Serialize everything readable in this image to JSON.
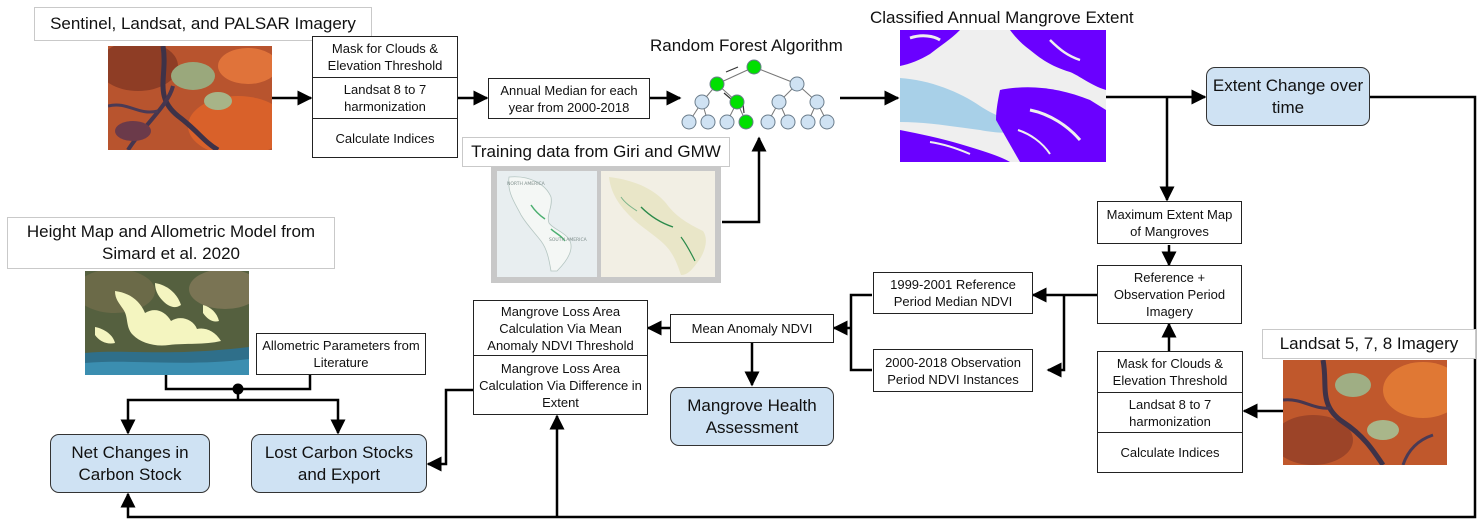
{
  "captions": {
    "sentinel": "Sentinel, Landsat, and PALSAR Imagery",
    "training": "Training data from Giri and GMW",
    "height": "Height Map and Allometric Model from Simard et al. 2020",
    "landsat578": "Landsat 5, 7, 8 Imagery"
  },
  "titles": {
    "random_forest": "Random Forest Algorithm",
    "classified": "Classified Annual Mangrove Extent"
  },
  "top_stack": {
    "mask": "Mask for Clouds & Elevation Threshold",
    "harmonize": "Landsat 8 to 7 harmonization",
    "indices": "Calculate Indices"
  },
  "annual_median": "Annual Median for each year from 2000-2018",
  "extent_change": "Extent Change over time",
  "max_extent": "Maximum Extent Map of Mangroves",
  "ref_obs": "Reference + Observation Period Imagery",
  "right_stack": {
    "mask": "Mask for Clouds & Elevation Threshold",
    "harmonize": "Landsat 8 to 7 harmonization",
    "indices": "Calculate Indices"
  },
  "ref_ndvi": "1999-2001 Reference Period Median NDVI",
  "obs_ndvi": "2000-2018 Observation Period NDVI Instances",
  "mean_anomaly": "Mean Anomaly NDVI",
  "loss_anomaly": "Mangrove Loss Area Calculation Via Mean Anomaly NDVI Threshold",
  "loss_difference": "Mangrove Loss Area Calculation Via Difference in Extent",
  "health": "Mangrove Health Assessment",
  "allometric": "Allometric Parameters from Literature",
  "net_changes": "Net Changes in Carbon Stock",
  "lost_carbon": "Lost Carbon Stocks and Export",
  "map_labels": {
    "north_america": "NORTH AMERICA",
    "south_america": "SOUTH AMERICA"
  },
  "colors": {
    "output_fill": "#cfe2f3",
    "tree_node": "#cfe2f3",
    "tree_highlight": "#00e000",
    "mangrove": "#6a00ff"
  }
}
